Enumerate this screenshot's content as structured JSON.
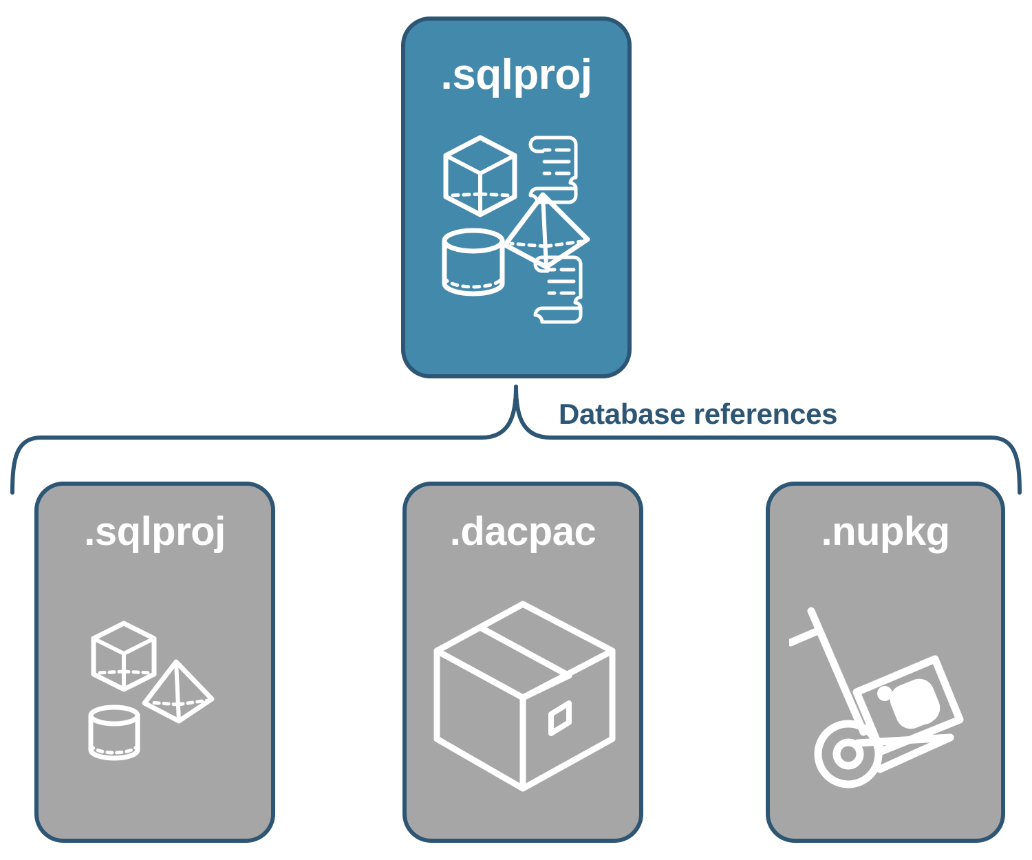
{
  "diagram": {
    "title_text": "Database references",
    "colors": {
      "root_fill": "#4389AB",
      "child_fill": "#A6A6A6",
      "border": "#2D5574",
      "label_text": "#FFFFFF",
      "caption_text": "#2D5574",
      "background": "#FFFFFF"
    },
    "root": {
      "label": ".sqlproj",
      "icons": [
        "wireframe-cube-icon",
        "script-scroll-icon",
        "wireframe-pyramid-icon",
        "wireframe-cylinder-icon",
        "script-scroll-icon"
      ]
    },
    "connector": {
      "label": "Database references",
      "style": "curly-brace"
    },
    "children": [
      {
        "label": ".sqlproj",
        "icons": [
          "wireframe-cube-icon",
          "wireframe-pyramid-icon",
          "wireframe-cylinder-icon"
        ]
      },
      {
        "label": ".dacpac",
        "icons": [
          "package-box-icon"
        ]
      },
      {
        "label": ".nupkg",
        "icons": [
          "hand-truck-package-icon"
        ]
      }
    ]
  }
}
